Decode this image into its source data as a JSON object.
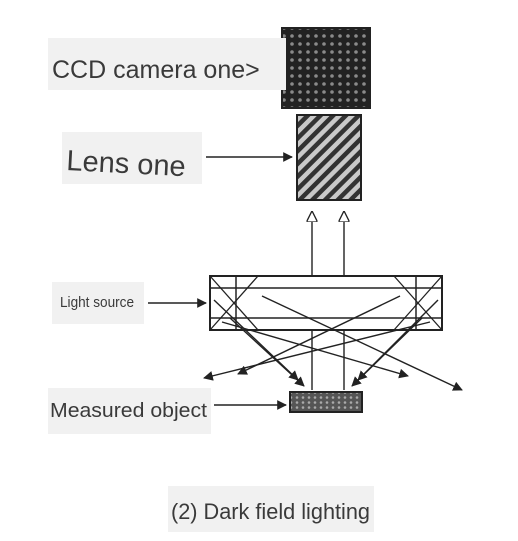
{
  "diagram": {
    "labels": {
      "camera": "CCD camera one>",
      "lens": "Lens one",
      "light_source": "Light source",
      "object": "Measured object"
    },
    "caption": "(2) Dark field lighting"
  },
  "colors": {
    "ink": "#222222",
    "label_text": "#3a3a3a",
    "label_background": "#f1f1f1"
  }
}
